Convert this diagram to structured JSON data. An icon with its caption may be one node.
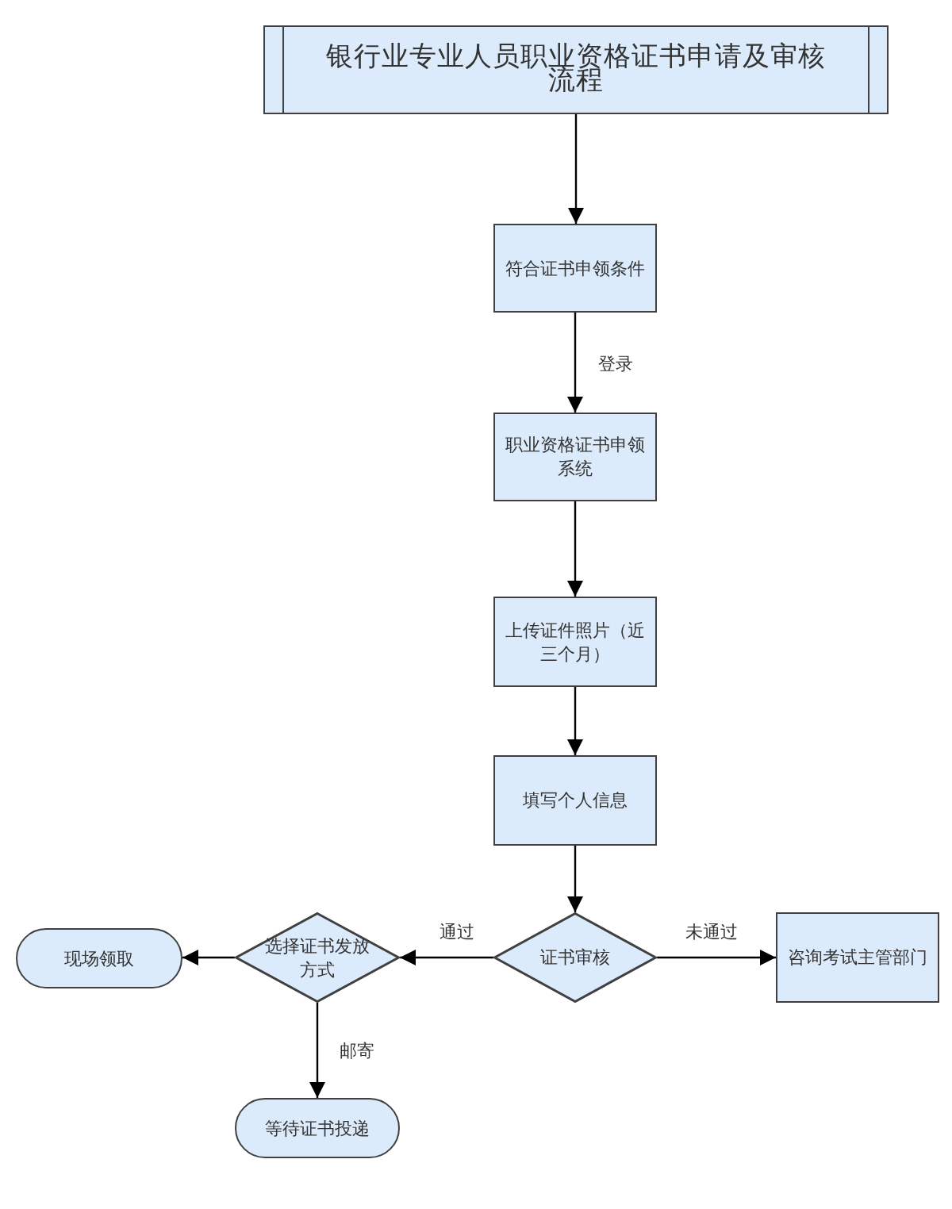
{
  "diagram": {
    "nodes": [
      {
        "text": [
          "银行业专业人员职业资格证书申请及审核流程"
        ]
      },
      {
        "text": [
          "符合证书申领条件"
        ]
      },
      {
        "text": [
          "职业资格证书申领系统"
        ]
      },
      {
        "text": [
          "上传证件照片（近三个月）"
        ]
      },
      {
        "text": [
          "填写个人信息"
        ]
      },
      {
        "text": [
          "证书审核"
        ]
      },
      {
        "text": [
          "选择证书发放方式"
        ]
      },
      {
        "text": [
          "现场领取"
        ]
      },
      {
        "text": [
          "咨询考试主管部门"
        ]
      },
      {
        "text": [
          "等待证书投递"
        ]
      }
    ],
    "edges": [
      {
        "from": 0,
        "to": 1,
        "arrow": "to"
      },
      {
        "from": 1,
        "to": 2,
        "arrow": "to",
        "label": "登录"
      },
      {
        "from": 2,
        "to": 3,
        "arrow": "to"
      },
      {
        "from": 3,
        "to": 4,
        "arrow": "to"
      },
      {
        "from": 4,
        "to": 5,
        "arrow": "to"
      },
      {
        "from": 5,
        "to": 6,
        "arrow": "to",
        "label": "通过"
      },
      {
        "from": 5,
        "to": 8,
        "arrow": "to",
        "label": "未通过"
      },
      {
        "from": 6,
        "to": 7,
        "arrow": "to"
      },
      {
        "from": 6,
        "to": 9,
        "arrow": "to",
        "label": "邮寄"
      }
    ]
  }
}
